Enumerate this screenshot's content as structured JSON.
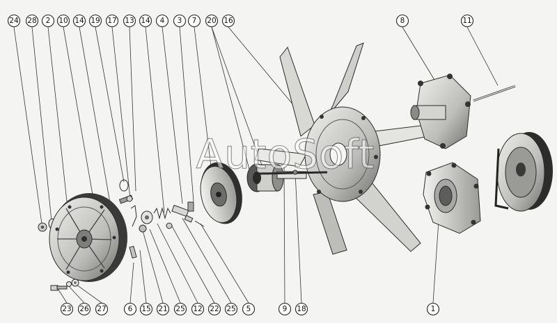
{
  "watermark": {
    "text": "AutoSoft"
  },
  "callouts": {
    "top": [
      "24",
      "28",
      "2",
      "10",
      "14",
      "19",
      "17",
      "13",
      "14",
      "4",
      "3",
      "7",
      "20",
      "16",
      "8",
      "11"
    ],
    "bottom": [
      "23",
      "26",
      "27",
      "6",
      "15",
      "21",
      "25",
      "12",
      "22",
      "25",
      "5",
      "9",
      "18",
      "1"
    ]
  },
  "colors": {
    "ink": "#2a2a2a",
    "paper": "#f4f4f2",
    "metal_light": "#d9d9d6",
    "metal_dark": "#6b6b68"
  }
}
